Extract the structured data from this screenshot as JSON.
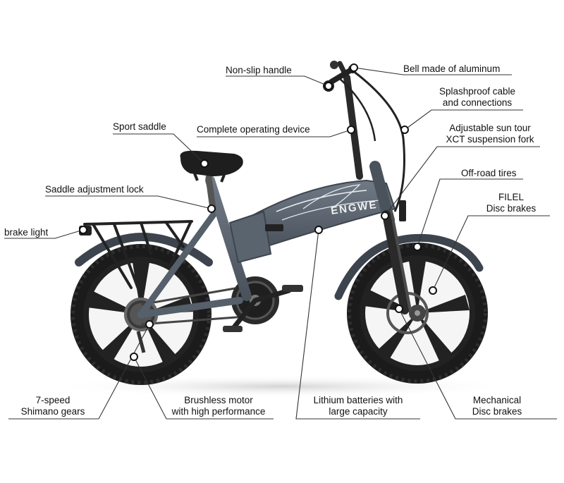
{
  "diagram": {
    "frame_brand": "ENGWE",
    "colors": {
      "frame": "#5b6470",
      "frame_dark": "#3d444d",
      "tire": "#1b1b1b",
      "tire_tread": "#2e2e2e",
      "rim": "#222222",
      "metal": "#9aa0a6",
      "leader": "#333333",
      "dot": "#ffffff"
    },
    "callouts": [
      {
        "id": "non-slip-handle",
        "lines": [
          "Non-slip handle"
        ]
      },
      {
        "id": "bell",
        "lines": [
          "Bell made of aluminum"
        ]
      },
      {
        "id": "cable",
        "lines": [
          "Splashproof cable",
          "and connections"
        ]
      },
      {
        "id": "sport-saddle",
        "lines": [
          "Sport saddle"
        ]
      },
      {
        "id": "operating-device",
        "lines": [
          "Complete operating device"
        ]
      },
      {
        "id": "suspension-fork",
        "lines": [
          "Adjustable sun tour",
          "XCT suspension fork"
        ]
      },
      {
        "id": "saddle-lock",
        "lines": [
          "Saddle adjustment lock"
        ]
      },
      {
        "id": "off-road-tires",
        "lines": [
          "Off-road tires"
        ]
      },
      {
        "id": "disc-brakes-filel",
        "lines": [
          "FILEL",
          "Disc brakes"
        ]
      },
      {
        "id": "brake-light",
        "lines": [
          "brake light"
        ]
      },
      {
        "id": "gears",
        "lines": [
          "7-speed",
          "Shimano gears"
        ]
      },
      {
        "id": "motor",
        "lines": [
          "Brushless motor",
          "with high performance"
        ]
      },
      {
        "id": "batteries",
        "lines": [
          "Lithium batteries with",
          "large capacity"
        ]
      },
      {
        "id": "mechanical-brakes",
        "lines": [
          "Mechanical",
          "Disc brakes"
        ]
      }
    ]
  }
}
